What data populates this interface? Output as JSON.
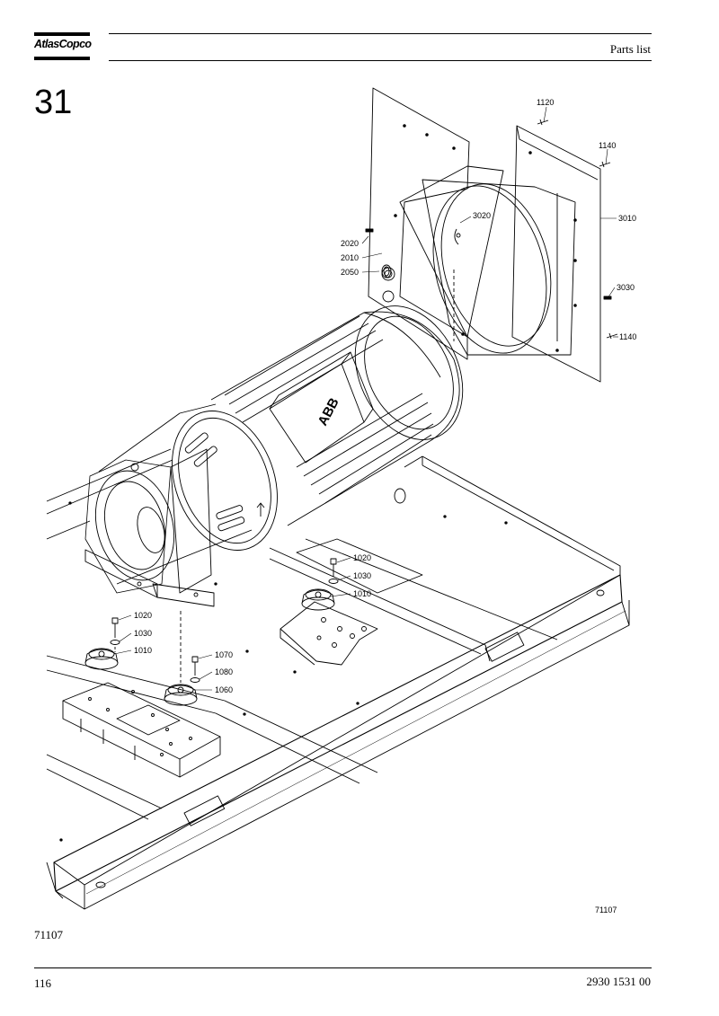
{
  "header": {
    "logo_text": "AtlasCopco",
    "title": "Parts list"
  },
  "section_number": "31",
  "figure": {
    "callouts": [
      "1120",
      "1140",
      "3010",
      "3020",
      "2020",
      "2010",
      "2050",
      "3030",
      "1140",
      "1020",
      "1030",
      "1010",
      "1020",
      "1030",
      "1010",
      "1070",
      "1080",
      "1060"
    ],
    "figure_id": "71107",
    "motor_logo": "ABB"
  },
  "caption": "71107",
  "footer": {
    "page_number": "116",
    "doc_number": "2930 1531 00"
  }
}
